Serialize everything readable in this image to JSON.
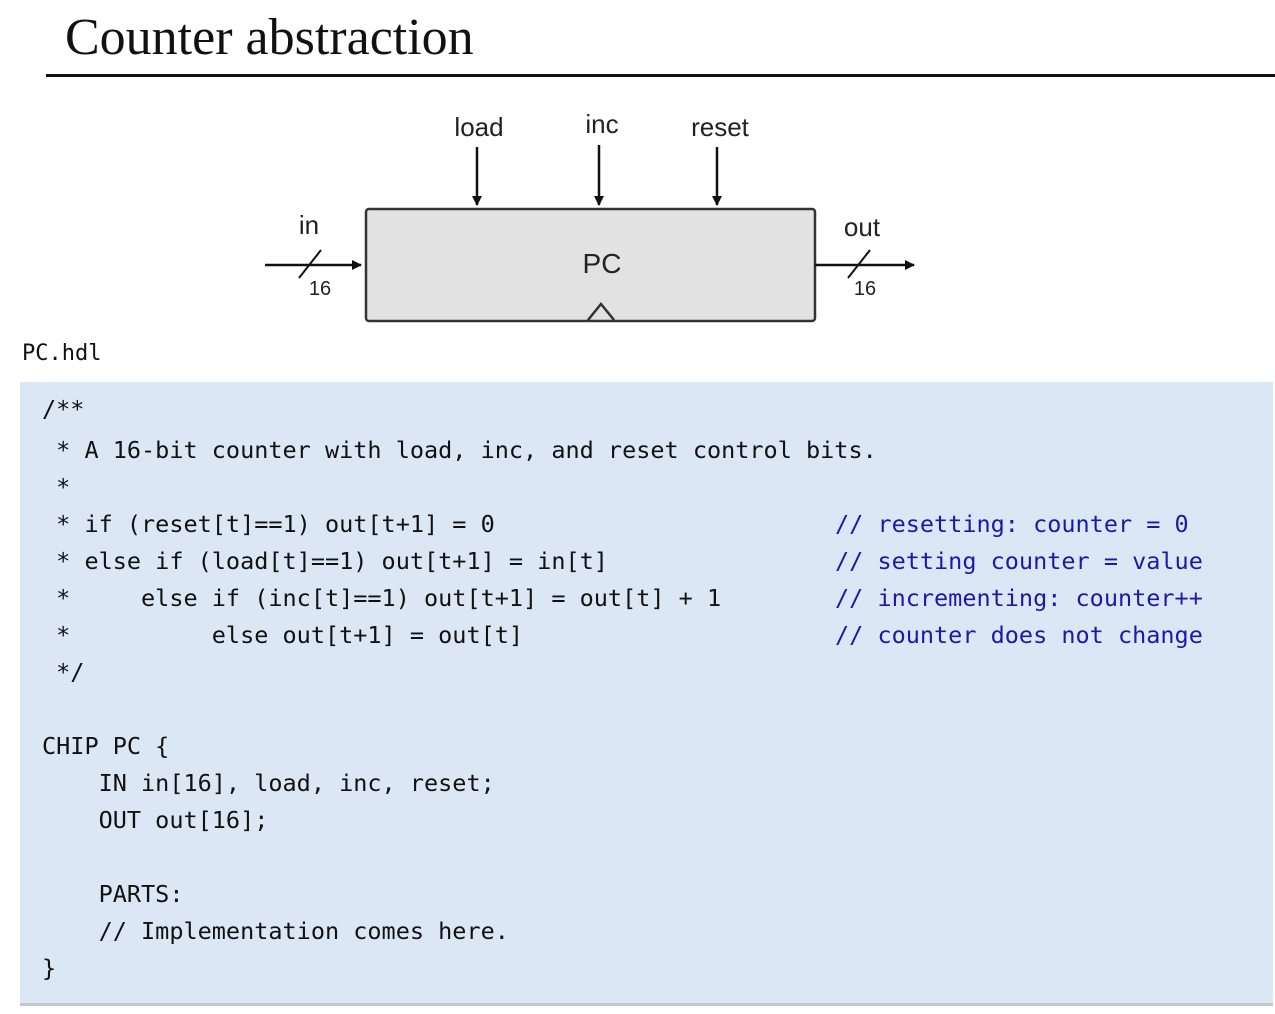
{
  "slide": {
    "title": "Counter abstraction"
  },
  "diagram": {
    "chip_name": "PC",
    "inputs": {
      "load": "load",
      "inc": "inc",
      "reset": "reset",
      "in": "in"
    },
    "output": "out",
    "in_width": "16",
    "out_width": "16"
  },
  "code": {
    "filename": "PC.hdl",
    "lines": [
      "/**",
      " * A 16-bit counter with load, inc, and reset control bits.",
      " *",
      " * if (reset[t]==1) out[t+1] = 0",
      " * else if (load[t]==1) out[t+1] = in[t]",
      " *     else if (inc[t]==1) out[t+1] = out[t] + 1",
      " *          else out[t+1] = out[t]",
      " */",
      "",
      "CHIP PC {",
      "    IN in[16], load, inc, reset;",
      "    OUT out[16];",
      "",
      "    PARTS:",
      "    // Implementation comes here.",
      "}"
    ],
    "comments": [
      "// resetting: counter = 0",
      "// setting counter = value",
      "// incrementing: counter++",
      "// counter does not change"
    ]
  }
}
